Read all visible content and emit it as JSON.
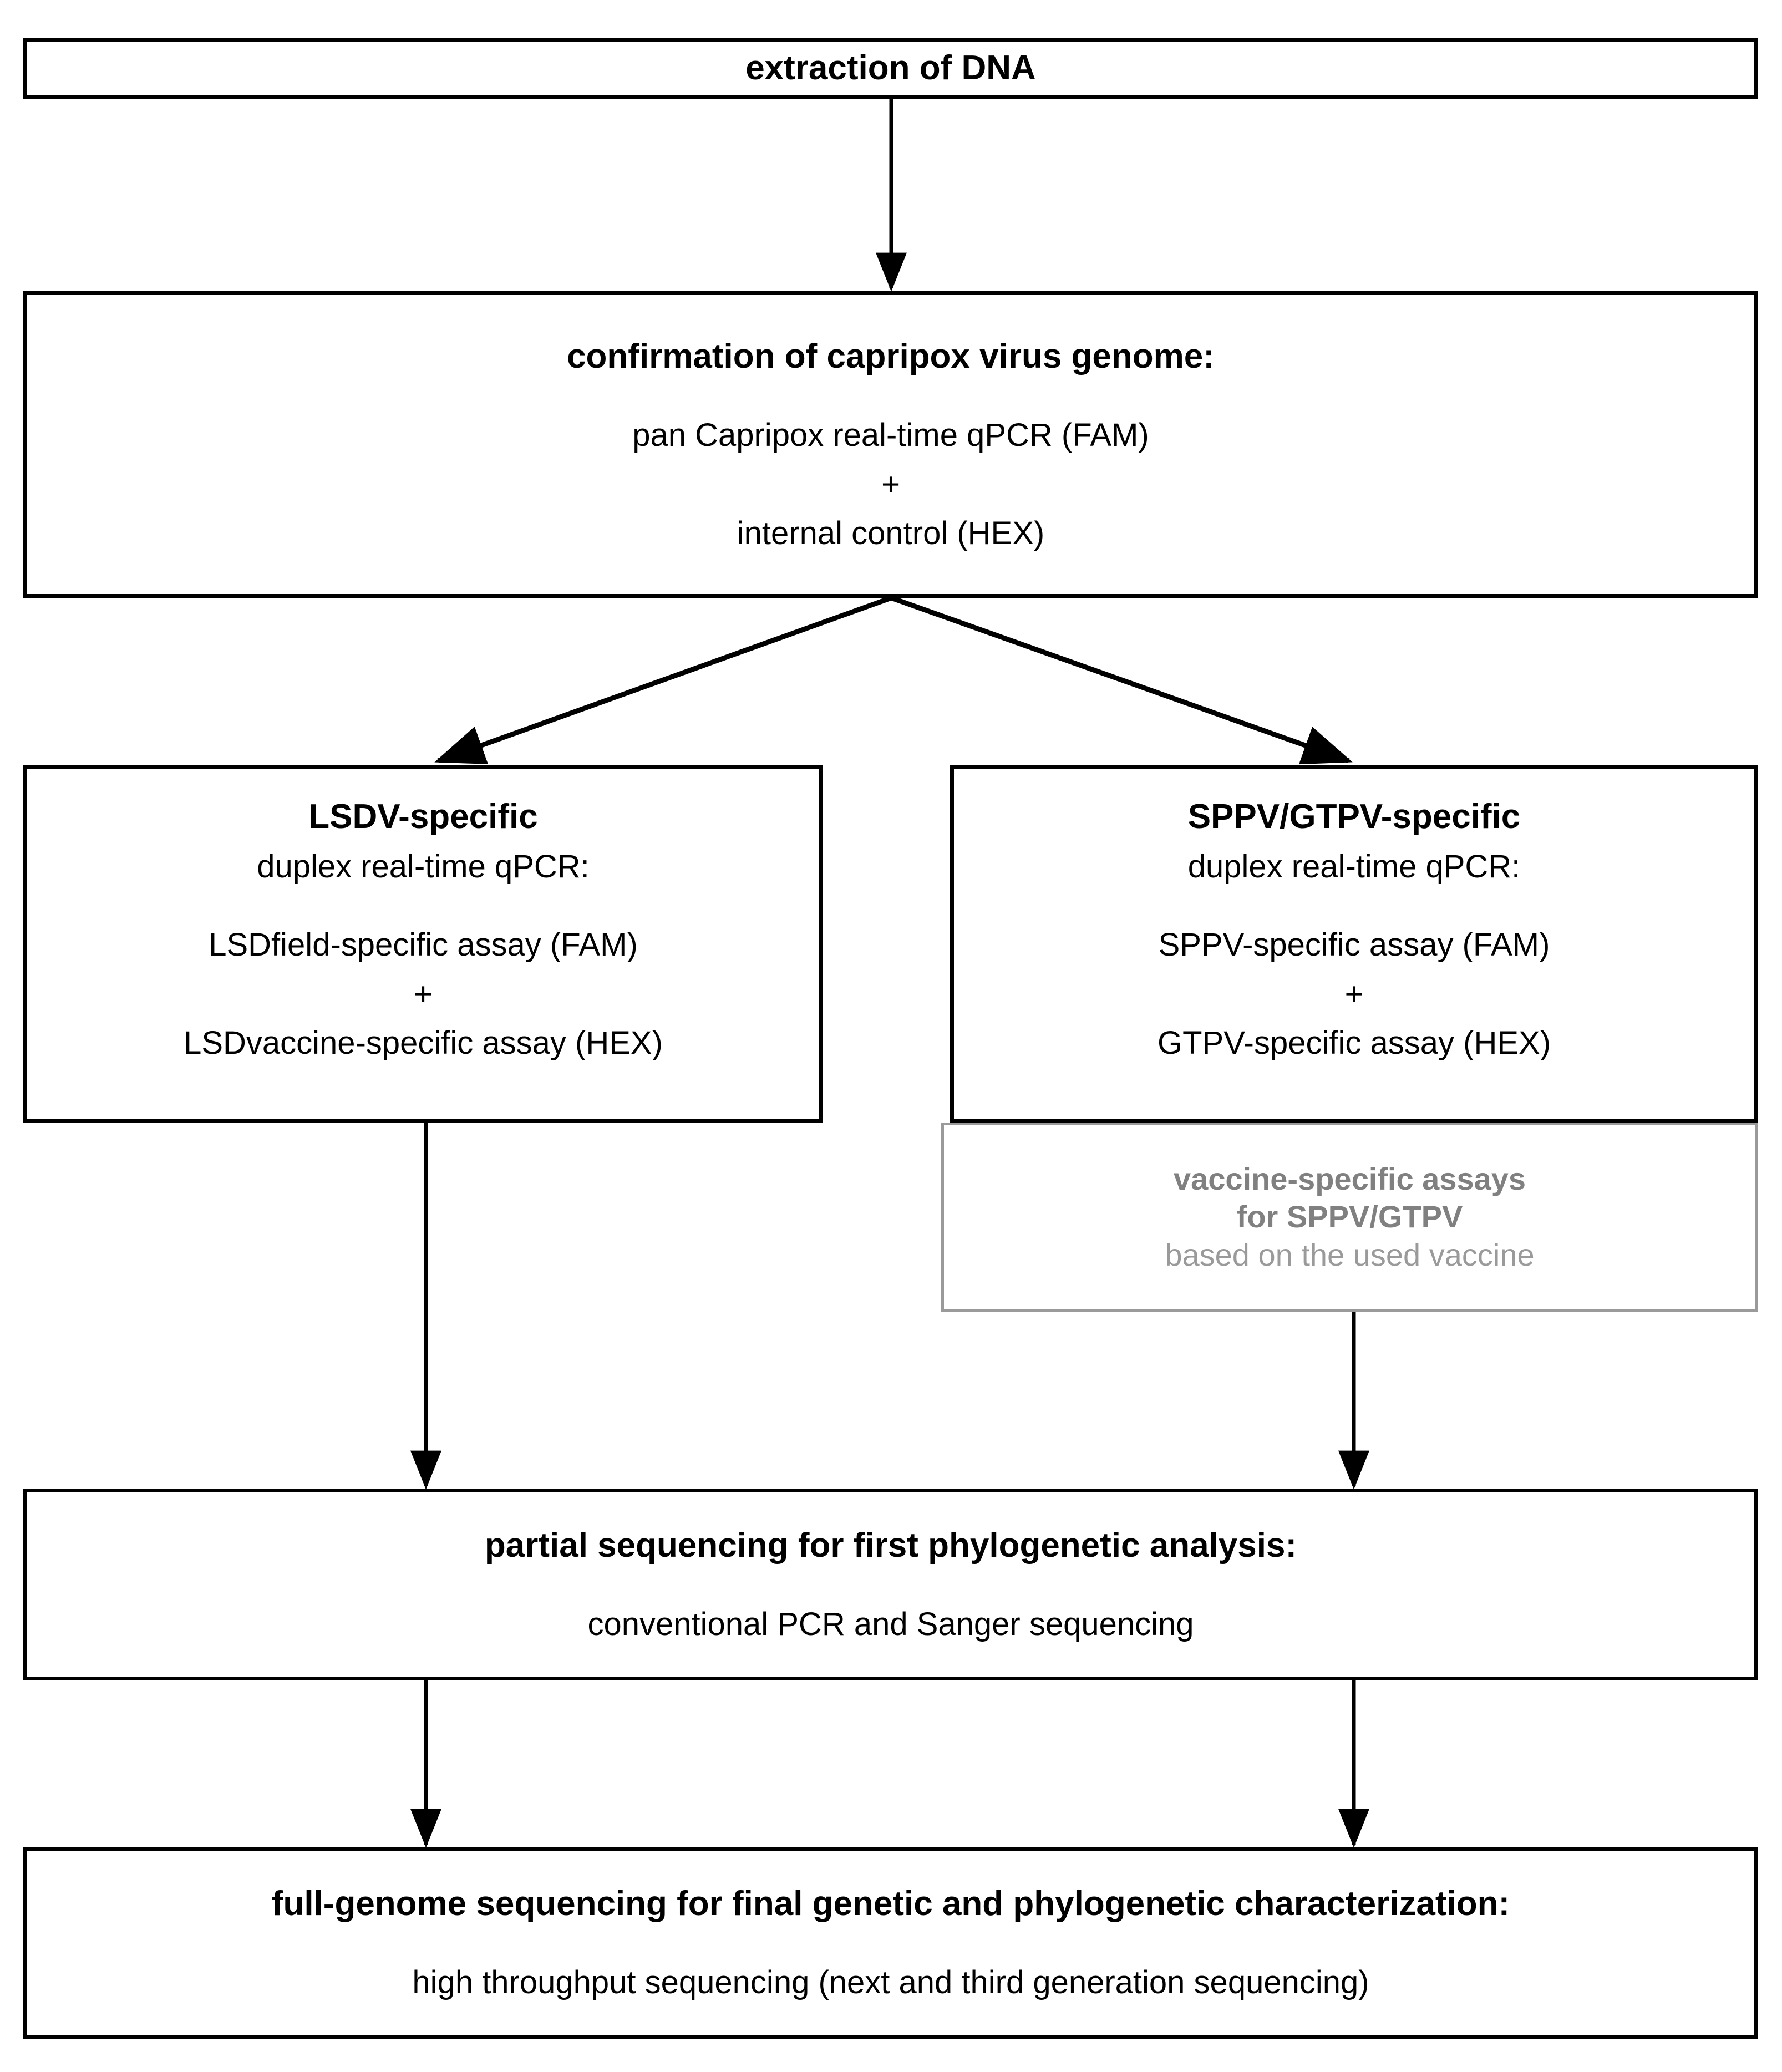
{
  "diagram": {
    "type": "flowchart",
    "orientation": "top-to-bottom",
    "nodes": {
      "extraction": {
        "title": "extraction of DNA"
      },
      "confirmation": {
        "title": "confirmation of capripox virus genome:",
        "line1": "pan Capripox real-time qPCR (FAM)",
        "plus": "+",
        "line2": "internal control (HEX)"
      },
      "lsdv": {
        "title": "LSDV-specific",
        "subtitle": "duplex real-time qPCR:",
        "line1": "LSDfield-specific assay (FAM)",
        "plus": "+",
        "line2": "LSDvaccine-specific assay (HEX)"
      },
      "sppv_gtpv": {
        "title": "SPPV/GTPV-specific",
        "subtitle": "duplex real-time qPCR:",
        "line1": "SPPV-specific assay (FAM)",
        "plus": "+",
        "line2": "GTPV-specific assay (HEX)"
      },
      "vaccine_assays": {
        "title_line1": "vaccine-specific assays",
        "title_line2": "for SPPV/GTPV",
        "subtitle": "based on the used vaccine"
      },
      "partial_sequencing": {
        "title": "partial sequencing for first phylogenetic analysis:",
        "line1": "conventional PCR and Sanger sequencing"
      },
      "full_genome": {
        "title": "full-genome sequencing for final genetic and phylogenetic characterization:",
        "line1": "high throughput sequencing (next and third generation sequencing)"
      }
    },
    "colors": {
      "border": "#000000",
      "gray_border": "#9a9a9a",
      "gray_text_bold": "#808080",
      "gray_text_regular": "#9a9a9a",
      "background": "#ffffff"
    }
  }
}
